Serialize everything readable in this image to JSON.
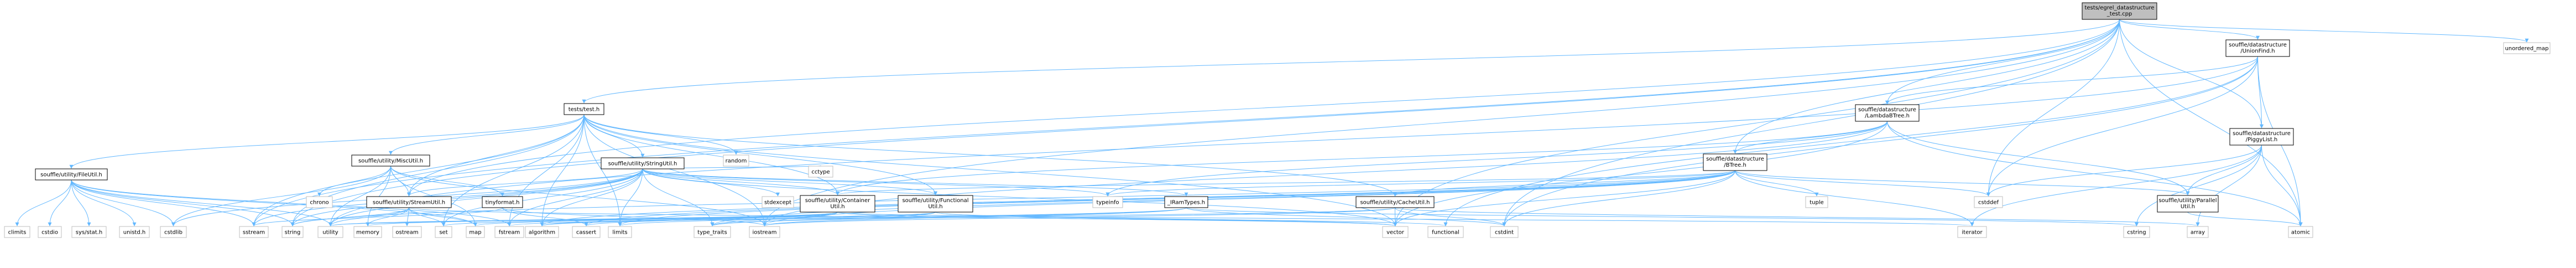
{
  "colors": {
    "root_fill": "#bfbfbf",
    "node_fill": "#ffffff",
    "node_stroke": "#000000",
    "external_stroke": "#bfbfbf",
    "edge": "#63b8ff"
  },
  "nodes": [
    {
      "id": "root",
      "lines": [
        "tests/egrel_datastructure",
        "_test.cpp"
      ],
      "kind": "root",
      "link": false
    },
    {
      "id": "unionfind",
      "lines": [
        "souffle/datastructure",
        "/UnionFind.h"
      ],
      "kind": "internal",
      "link": true
    },
    {
      "id": "unordered_map",
      "lines": [
        "unordered_map"
      ],
      "kind": "external",
      "link": false
    },
    {
      "id": "tests_test",
      "lines": [
        "tests/test.h"
      ],
      "kind": "internal",
      "link": true
    },
    {
      "id": "lambdabtree",
      "lines": [
        "souffle/datastructure",
        "/LambdaBTree.h"
      ],
      "kind": "internal",
      "link": true
    },
    {
      "id": "piggylist",
      "lines": [
        "souffle/datastructure",
        "/PiggyList.h"
      ],
      "kind": "internal",
      "link": true
    },
    {
      "id": "btree",
      "lines": [
        "souffle/datastructure",
        "/BTree.h"
      ],
      "kind": "internal",
      "link": true
    },
    {
      "id": "random",
      "lines": [
        "random"
      ],
      "kind": "external",
      "link": false
    },
    {
      "id": "miscutil",
      "lines": [
        "souffle/utility/MiscUtil.h"
      ],
      "kind": "internal",
      "link": true
    },
    {
      "id": "stringutil",
      "lines": [
        "souffle/utility/StringUtil.h"
      ],
      "kind": "internal",
      "link": true
    },
    {
      "id": "fileutil",
      "lines": [
        "souffle/utility/FileUtil.h"
      ],
      "kind": "internal",
      "link": true
    },
    {
      "id": "streamutil",
      "lines": [
        "souffle/utility/StreamUtil.h"
      ],
      "kind": "internal",
      "link": true
    },
    {
      "id": "tinyformat",
      "lines": [
        "tinyformat.h"
      ],
      "kind": "internal",
      "link": true
    },
    {
      "id": "chrono",
      "lines": [
        "chrono"
      ],
      "kind": "external",
      "link": false
    },
    {
      "id": "containerutil",
      "lines": [
        "souffle/utility/Container",
        "Util.h"
      ],
      "kind": "internal",
      "link": true
    },
    {
      "id": "functionalutil",
      "lines": [
        "souffle/utility/Functional",
        "Util.h"
      ],
      "kind": "internal",
      "link": true
    },
    {
      "id": "stdexcept",
      "lines": [
        "stdexcept"
      ],
      "kind": "external",
      "link": false
    },
    {
      "id": "cctype",
      "lines": [
        "cctype"
      ],
      "kind": "external",
      "link": false
    },
    {
      "id": "typeinfo",
      "lines": [
        "typeinfo"
      ],
      "kind": "external",
      "link": false
    },
    {
      "id": "iramtypes",
      "lines": [
        "_IRamTypes.h"
      ],
      "kind": "internal",
      "link": true
    },
    {
      "id": "cacheutil",
      "lines": [
        "souffle/utility/CacheUtil.h"
      ],
      "kind": "internal",
      "link": true
    },
    {
      "id": "tuple",
      "lines": [
        "tuple"
      ],
      "kind": "external",
      "link": false
    },
    {
      "id": "parallelutil",
      "lines": [
        "souffle/utility/Parallel",
        "Util.h"
      ],
      "kind": "internal",
      "link": true
    },
    {
      "id": "cstddef",
      "lines": [
        "cstddef"
      ],
      "kind": "external",
      "link": false
    },
    {
      "id": "climits",
      "lines": [
        "climits"
      ],
      "kind": "external",
      "link": false
    },
    {
      "id": "cstdio",
      "lines": [
        "cstdio"
      ],
      "kind": "external",
      "link": false
    },
    {
      "id": "sysstat",
      "lines": [
        "sys/stat.h"
      ],
      "kind": "external",
      "link": false
    },
    {
      "id": "unistd",
      "lines": [
        "unistd.h"
      ],
      "kind": "external",
      "link": false
    },
    {
      "id": "cstdlib",
      "lines": [
        "cstdlib"
      ],
      "kind": "external",
      "link": false
    },
    {
      "id": "sstream",
      "lines": [
        "sstream"
      ],
      "kind": "external",
      "link": false
    },
    {
      "id": "string",
      "lines": [
        "string"
      ],
      "kind": "external",
      "link": false
    },
    {
      "id": "utility",
      "lines": [
        "utility"
      ],
      "kind": "external",
      "link": false
    },
    {
      "id": "memory",
      "lines": [
        "memory"
      ],
      "kind": "external",
      "link": false
    },
    {
      "id": "ostream",
      "lines": [
        "ostream"
      ],
      "kind": "external",
      "link": false
    },
    {
      "id": "set",
      "lines": [
        "set"
      ],
      "kind": "external",
      "link": false
    },
    {
      "id": "map",
      "lines": [
        "map"
      ],
      "kind": "external",
      "link": false
    },
    {
      "id": "fstream",
      "lines": [
        "fstream"
      ],
      "kind": "external",
      "link": false
    },
    {
      "id": "algorithm",
      "lines": [
        "algorithm"
      ],
      "kind": "external",
      "link": false
    },
    {
      "id": "cassert",
      "lines": [
        "cassert"
      ],
      "kind": "external",
      "link": false
    },
    {
      "id": "limits",
      "lines": [
        "limits"
      ],
      "kind": "external",
      "link": false
    },
    {
      "id": "type_traits",
      "lines": [
        "type_traits"
      ],
      "kind": "external",
      "link": false
    },
    {
      "id": "iostream",
      "lines": [
        "iostream"
      ],
      "kind": "external",
      "link": false
    },
    {
      "id": "vector",
      "lines": [
        "vector"
      ],
      "kind": "external",
      "link": false
    },
    {
      "id": "functional",
      "lines": [
        "functional"
      ],
      "kind": "external",
      "link": false
    },
    {
      "id": "cstdint",
      "lines": [
        "cstdint"
      ],
      "kind": "external",
      "link": false
    },
    {
      "id": "iterator",
      "lines": [
        "iterator"
      ],
      "kind": "external",
      "link": false
    },
    {
      "id": "cstring",
      "lines": [
        "cstring"
      ],
      "kind": "external",
      "link": false
    },
    {
      "id": "array",
      "lines": [
        "array"
      ],
      "kind": "external",
      "link": false
    },
    {
      "id": "atomic",
      "lines": [
        "atomic"
      ],
      "kind": "external",
      "link": false
    }
  ],
  "edges": [
    [
      "root",
      "unionfind"
    ],
    [
      "root",
      "unordered_map"
    ],
    [
      "root",
      "tests_test"
    ],
    [
      "root",
      "lambdabtree"
    ],
    [
      "root",
      "piggylist"
    ],
    [
      "root",
      "btree"
    ],
    [
      "root",
      "cstddef"
    ],
    [
      "root",
      "atomic"
    ],
    [
      "root",
      "iostream"
    ],
    [
      "root",
      "vector"
    ],
    [
      "root",
      "sstream"
    ],
    [
      "root",
      "cstdint"
    ],
    [
      "root",
      "streamutil"
    ],
    [
      "root",
      "string"
    ],
    [
      "unionfind",
      "lambdabtree"
    ],
    [
      "unionfind",
      "piggylist"
    ],
    [
      "unionfind",
      "cstddef"
    ],
    [
      "unionfind",
      "cstdint"
    ],
    [
      "unionfind",
      "functional"
    ],
    [
      "unionfind",
      "atomic"
    ],
    [
      "unionfind",
      "utility"
    ],
    [
      "tests_test",
      "random"
    ],
    [
      "tests_test",
      "miscutil"
    ],
    [
      "tests_test",
      "stringutil"
    ],
    [
      "tests_test",
      "fileutil"
    ],
    [
      "tests_test",
      "streamutil"
    ],
    [
      "tests_test",
      "containerutil"
    ],
    [
      "tests_test",
      "sstream"
    ],
    [
      "tests_test",
      "string"
    ],
    [
      "tests_test",
      "set"
    ],
    [
      "tests_test",
      "fstream"
    ],
    [
      "tests_test",
      "algorithm"
    ],
    [
      "tests_test",
      "limits"
    ],
    [
      "tests_test",
      "iostream"
    ],
    [
      "tests_test",
      "vector"
    ],
    [
      "tests_test",
      "cacheutil"
    ],
    [
      "tests_test",
      "functionalutil"
    ],
    [
      "lambdabtree",
      "btree"
    ],
    [
      "lambdabtree",
      "parallelutil"
    ],
    [
      "lambdabtree",
      "containerutil"
    ],
    [
      "lambdabtree",
      "atomic"
    ],
    [
      "lambdabtree",
      "vector"
    ],
    [
      "lambdabtree",
      "typeinfo"
    ],
    [
      "lambdabtree",
      "iostream"
    ],
    [
      "piggylist",
      "parallelutil"
    ],
    [
      "piggylist",
      "array"
    ],
    [
      "piggylist",
      "atomic"
    ],
    [
      "piggylist",
      "cstring"
    ],
    [
      "piggylist",
      "iterator"
    ],
    [
      "piggylist",
      "cstddef"
    ],
    [
      "btree",
      "cacheutil"
    ],
    [
      "btree",
      "containerutil"
    ],
    [
      "btree",
      "parallelutil"
    ],
    [
      "btree",
      "typeinfo"
    ],
    [
      "btree",
      "tuple"
    ],
    [
      "btree",
      "cstddef"
    ],
    [
      "btree",
      "iterator"
    ],
    [
      "btree",
      "cstdint"
    ],
    [
      "btree",
      "vector"
    ],
    [
      "btree",
      "iostream"
    ],
    [
      "btree",
      "cassert"
    ],
    [
      "btree",
      "algorithm"
    ],
    [
      "btree",
      "type_traits"
    ],
    [
      "btree",
      "limits"
    ],
    [
      "btree",
      "string"
    ],
    [
      "miscutil",
      "chrono"
    ],
    [
      "miscutil",
      "streamutil"
    ],
    [
      "miscutil",
      "tinyformat"
    ],
    [
      "miscutil",
      "cstdlib"
    ],
    [
      "miscutil",
      "memory"
    ],
    [
      "miscutil",
      "utility"
    ],
    [
      "miscutil",
      "iostream"
    ],
    [
      "miscutil",
      "map"
    ],
    [
      "stringutil",
      "streamutil"
    ],
    [
      "stringutil",
      "containerutil"
    ],
    [
      "stringutil",
      "functionalutil"
    ],
    [
      "stringutil",
      "stdexcept"
    ],
    [
      "stringutil",
      "cctype"
    ],
    [
      "stringutil",
      "typeinfo"
    ],
    [
      "stringutil",
      "iramtypes"
    ],
    [
      "stringutil",
      "sstream"
    ],
    [
      "stringutil",
      "string"
    ],
    [
      "stringutil",
      "utility"
    ],
    [
      "stringutil",
      "cstdlib"
    ],
    [
      "stringutil",
      "algorithm"
    ],
    [
      "stringutil",
      "limits"
    ],
    [
      "stringutil",
      "type_traits"
    ],
    [
      "stringutil",
      "fstream"
    ],
    [
      "stringutil",
      "vector"
    ],
    [
      "stringutil",
      "set"
    ],
    [
      "fileutil",
      "climits"
    ],
    [
      "fileutil",
      "cstdio"
    ],
    [
      "fileutil",
      "sysstat"
    ],
    [
      "fileutil",
      "unistd"
    ],
    [
      "fileutil",
      "cstdlib"
    ],
    [
      "fileutil",
      "sstream"
    ],
    [
      "fileutil",
      "string"
    ],
    [
      "fileutil",
      "utility"
    ],
    [
      "fileutil",
      "fstream"
    ],
    [
      "fileutil",
      "map"
    ],
    [
      "streamutil",
      "memory"
    ],
    [
      "streamutil",
      "ostream"
    ],
    [
      "streamutil",
      "set"
    ],
    [
      "streamutil",
      "map"
    ],
    [
      "streamutil",
      "utility"
    ],
    [
      "streamutil",
      "string"
    ],
    [
      "streamutil",
      "vector"
    ],
    [
      "tinyformat",
      "cassert"
    ],
    [
      "tinyformat",
      "iostream"
    ],
    [
      "tinyformat",
      "sstream"
    ],
    [
      "containerutil",
      "algorithm"
    ],
    [
      "containerutil",
      "cassert"
    ],
    [
      "containerutil",
      "type_traits"
    ],
    [
      "containerutil",
      "utility"
    ],
    [
      "containerutil",
      "vector"
    ],
    [
      "containerutil",
      "memory"
    ],
    [
      "containerutil",
      "iterator"
    ],
    [
      "containerutil",
      "map"
    ],
    [
      "containerutil",
      "set"
    ],
    [
      "functionalutil",
      "functional"
    ],
    [
      "functionalutil",
      "algorithm"
    ],
    [
      "functionalutil",
      "type_traits"
    ],
    [
      "functionalutil",
      "utility"
    ],
    [
      "functionalutil",
      "vector"
    ],
    [
      "iramtypes",
      "cstring"
    ],
    [
      "iramtypes",
      "cstdint"
    ],
    [
      "iramtypes",
      "iostream"
    ],
    [
      "iramtypes",
      "limits"
    ],
    [
      "iramtypes",
      "type_traits"
    ],
    [
      "cacheutil",
      "cstdint"
    ],
    [
      "cacheutil",
      "array"
    ],
    [
      "cacheutil",
      "fstream"
    ],
    [
      "cacheutil",
      "vector"
    ],
    [
      "cacheutil",
      "iostream"
    ],
    [
      "parallelutil",
      "atomic"
    ]
  ]
}
